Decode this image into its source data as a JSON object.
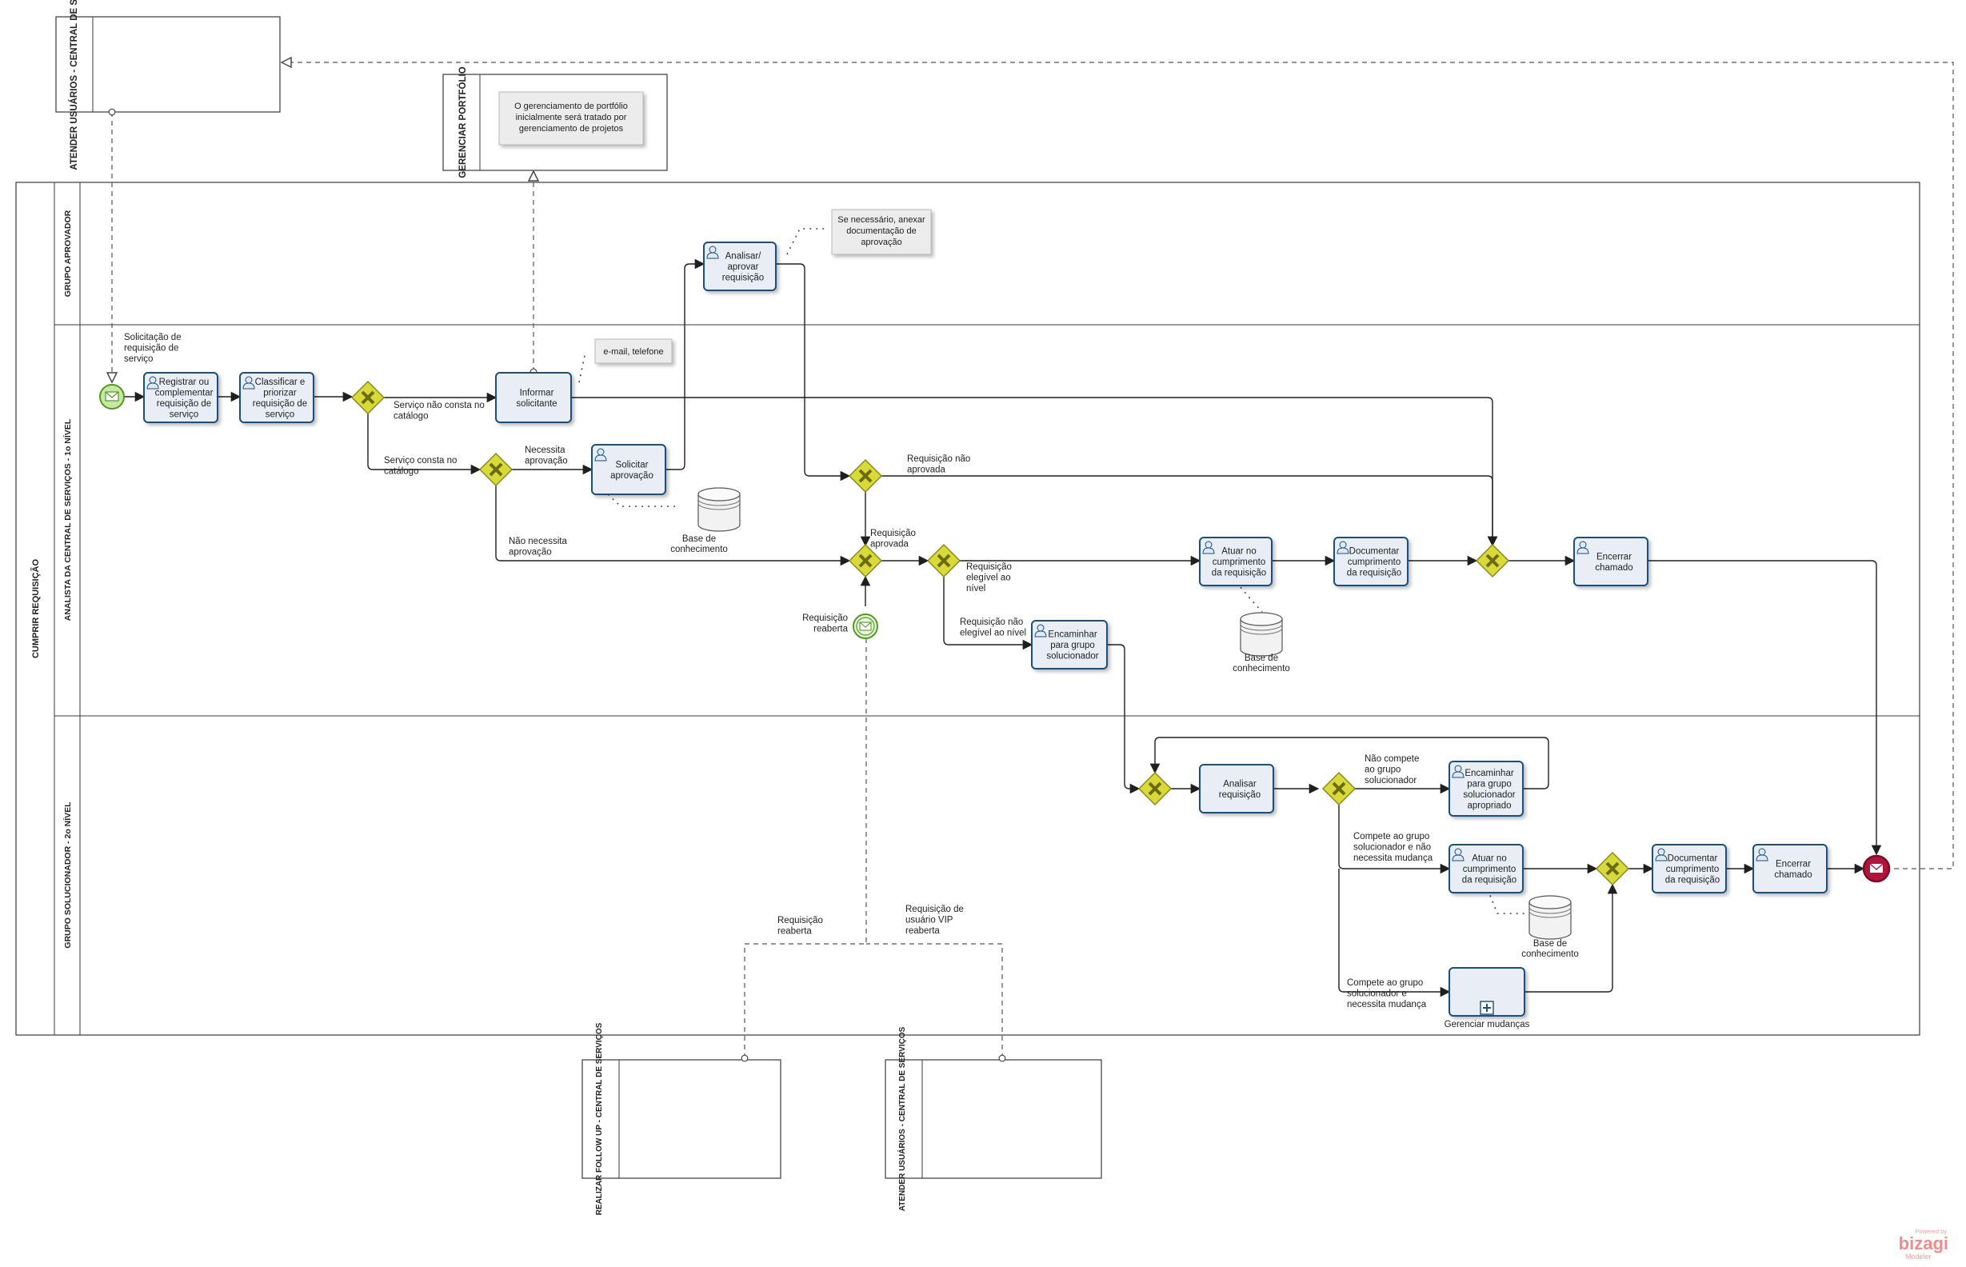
{
  "pools": {
    "main": "CUMPRIR REQUISIÇÃO",
    "top_left": "ATENDER USUÁRIOS - CENTRAL DE SERVIÇOS",
    "portfolio": "GERENCIAR PORTFÓLIO",
    "bottom_left": "REALIZAR FOLLOW UP - CENTRAL DE SERVIÇOS",
    "bottom_right": "ATENDER USUÁRIOS - CENTRAL DE SERVIÇOS"
  },
  "lanes": {
    "approver": "GRUPO APROVADOR",
    "analyst": "ANALISTA DA CENTRAL DE SERVIÇOS - 1o NÍVEL",
    "solver": "GRUPO SOLUCIONADOR - 2o NÍVEL"
  },
  "tasks": {
    "registrar": "Registrar ou complementar requisição de serviço",
    "classificar": "Classificar e priorizar requisição de serviço",
    "informar": "Informar solicitante",
    "solicitar": "Solicitar aprovação",
    "analisar_aprovar": "Analisar/ aprovar requisição",
    "atuar1": "Atuar no cumprimento da requisição",
    "documentar1": "Documentar cumprimento da requisição",
    "encerrar1": "Encerrar chamado",
    "encaminhar1": "Encaminhar para grupo solucionador",
    "analisar2": "Analisar requisição",
    "encaminhar2": "Encaminhar para grupo solucionador apropriado",
    "atuar2": "Atuar no cumprimento da requisição",
    "documentar2": "Documentar cumprimento da requisição",
    "encerrar2": "Encerrar chamado",
    "gerenciar": "Gerenciar mudanças"
  },
  "labels": {
    "start": "Solicitação de requisição de serviço",
    "nao_consta": "Serviço não consta no catálogo",
    "consta": "Serviço consta no catálogo",
    "necessita": "Necessita aprovação",
    "nao_necessita": "Não necessita aprovação",
    "nao_aprovada": "Requisição não aprovada",
    "aprovada": "Requisição aprovada",
    "elegivel": "Requisição elegível ao nível",
    "nao_elegivel": "Requisição não elegível ao nível",
    "reaberta_evt": "Requisição reaberta",
    "nao_compete": "Não compete ao grupo solucionador",
    "compete_nao": "Compete ao grupo solucionador e não necessita mudança",
    "compete_sim": "Compete ao grupo solucionador e necessita mudança",
    "reaberta_msg": "Requisição reaberta",
    "vip": "Requisição de usuário VIP reaberta",
    "base": "Base de conhecimento"
  },
  "notes": {
    "portfolio": "O gerenciamento de portfólio inicialmente será tratado por gerenciamento de projetos",
    "email": "e-mail, telefone",
    "anexar": "Se necessário, anexar documentação de aprovação"
  },
  "branding": {
    "powered": "Powered by",
    "brand": "bizagi",
    "modeler": "Modeler"
  },
  "colors": {
    "task_border": "#1d4f7e",
    "gateway": "#d8d93a",
    "start_event": "#7fc241",
    "end_event": "#b0163c",
    "brand": "#f28b8b"
  }
}
